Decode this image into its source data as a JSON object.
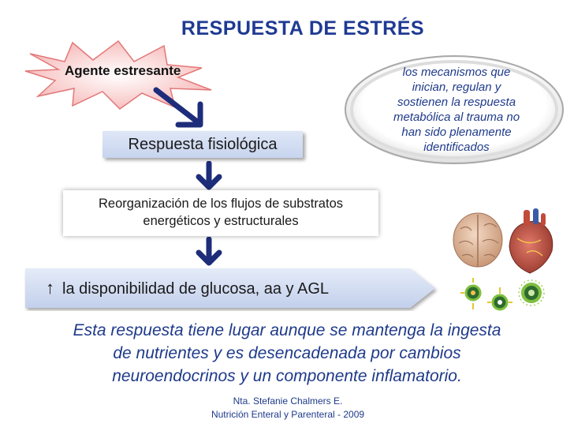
{
  "title": "RESPUESTA DE ESTRÉS",
  "agent_label": "Agente estresante",
  "mechanisms": [
    "los mecanismos que",
    "inician, regulan y",
    "sostienen la respuesta",
    "metabólica al trauma no",
    "han sido plenamente",
    "identificados"
  ],
  "fisio_label": "Respuesta fisiológica",
  "reorg_lines": [
    "Reorganización de los flujos de substratos",
    "energéticos y estructurales"
  ],
  "disponibilidad": {
    "symbol": "↑",
    "label": "la disponibilidad de glucosa, aa y AGL"
  },
  "bottom_lines": [
    "Esta respuesta tiene lugar aunque se mantenga la ingesta",
    "de nutrientes y es desencadenada por  cambios",
    "neuroendocrinos y un componente inflamatorio."
  ],
  "credit_lines": [
    "Nta. Stefanie Chalmers E.",
    "Nutrición Enteral y Parenteral - 2009"
  ],
  "icons": {
    "organs": "brain-heart-illustration",
    "receptors": "cell-receptor-illustration"
  },
  "colors": {
    "title": "#1f3a93",
    "arrow": "#1e2d7a",
    "star_fill": "#fbc9c9",
    "star_stroke": "#e37777",
    "box_fill": "#d3ddf2",
    "text_blue": "#1e3a8a"
  }
}
